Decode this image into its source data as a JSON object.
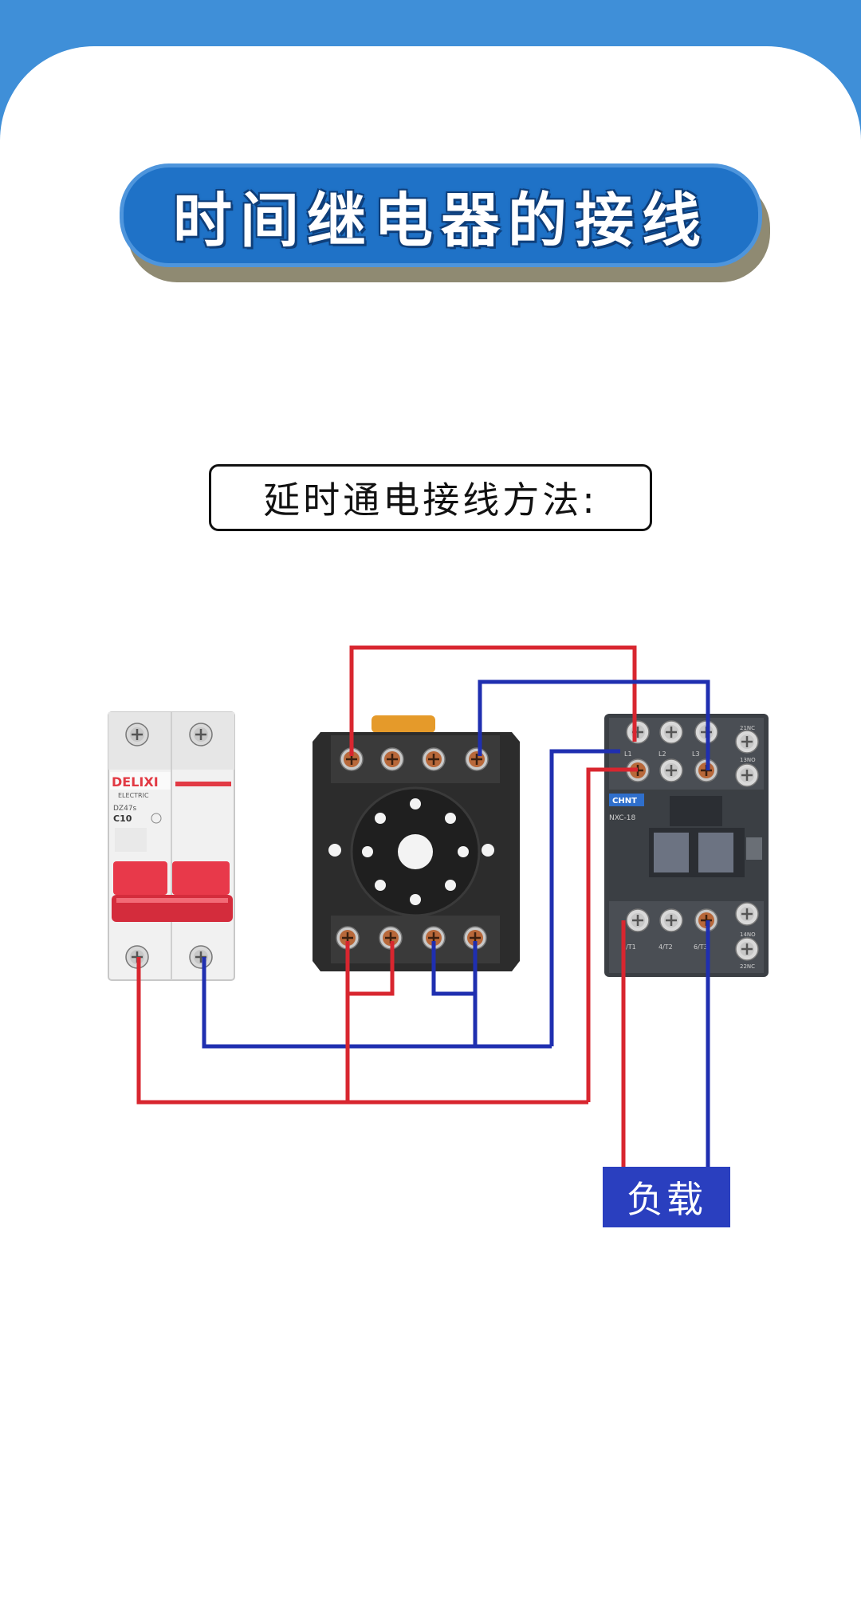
{
  "title": "时间继电器的接线",
  "subtitle": "延时通电接线方法:",
  "breaker": {
    "brand": "DELIXI",
    "brand_sub": "ELECTRIC",
    "model": "DZ47s",
    "rating": "C10",
    "accent_color": "#e23a44"
  },
  "contactor": {
    "brand": "CHNT",
    "model": "NXC-18",
    "terminals_top": [
      "L1",
      "L2",
      "L3"
    ],
    "terminals_bottom": [
      "2/T1",
      "4/T2",
      "6/T3"
    ],
    "aux_top": "21NC",
    "aux_bottom": "22NC",
    "aux_top2": "13NO",
    "aux_bottom2": "14NO"
  },
  "load_label": "负载",
  "colors": {
    "background": "#3f8fd8",
    "title_pill": "#1f72c7",
    "live_wire": "#d8262f",
    "neutral_wire": "#1f2fb0",
    "load_box": "#2a3fbf"
  }
}
